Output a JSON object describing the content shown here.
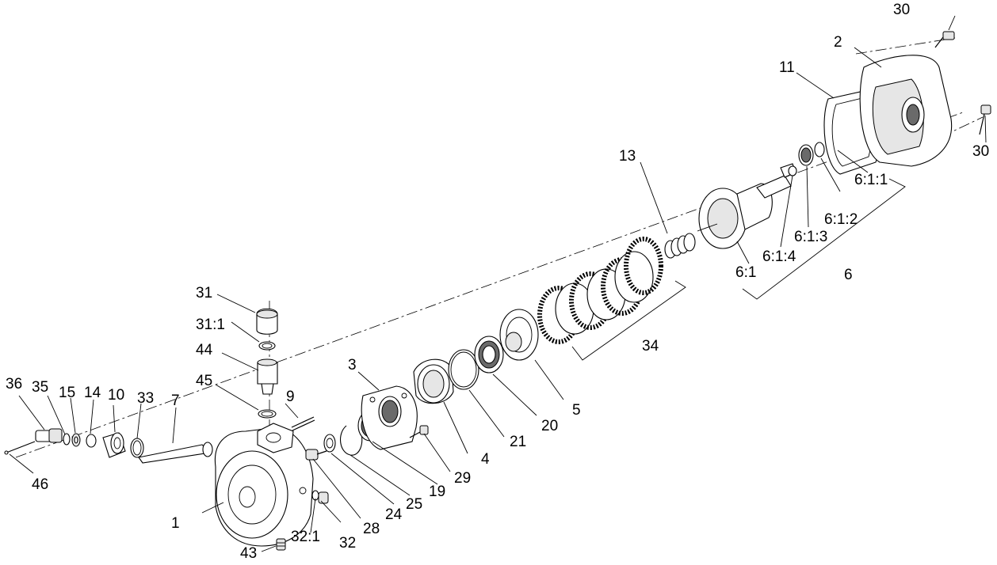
{
  "callouts": {
    "c1": "1",
    "c2": "2",
    "c3": "3",
    "c4": "4",
    "c5": "5",
    "c6": "6",
    "c6_1": "6:1",
    "c6_1_1": "6:1:1",
    "c6_1_2": "6:1:2",
    "c6_1_3": "6:1:3",
    "c6_1_4": "6:1:4",
    "c7": "7",
    "c9": "9",
    "c10": "10",
    "c11": "11",
    "c13": "13",
    "c14": "14",
    "c15": "15",
    "c19": "19",
    "c20": "20",
    "c21": "21",
    "c24": "24",
    "c25": "25",
    "c28": "28",
    "c29": "29",
    "c30a": "30",
    "c30b": "30",
    "c31": "31",
    "c31_1": "31:1",
    "c32": "32",
    "c32_1": "32:1",
    "c33": "33",
    "c34": "34",
    "c35": "35",
    "c36": "36",
    "c43": "43",
    "c44": "44",
    "c45": "45",
    "c46": "46"
  }
}
